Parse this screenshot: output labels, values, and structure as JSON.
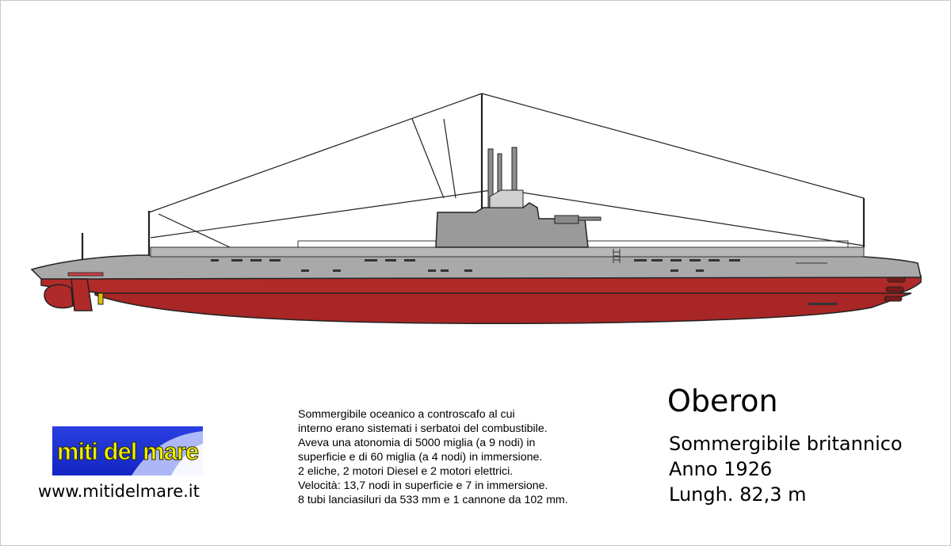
{
  "logo": {
    "text": "miti del mare"
  },
  "website": "www.mitidelmare.it",
  "description_lines": [
    "Sommergibile oceanico a controscafo al cui",
    "interno erano sistemati i serbatoi del combustibile.",
    "Aveva una atonomia di 5000 miglia (a 9 nodi) in",
    "superficie e di 60 miglia (a 4 nodi) in immersione.",
    "2 eliche, 2 motori Diesel e 2 motori elettrici.",
    "Velocità: 13,7 nodi in superficie e 7 in immersione.",
    "8 tubi lanciasiluri da 533 mm e 1 cannone da 102 mm."
  ],
  "title": "Oberon",
  "info_lines": [
    "Sommergibile britannico",
    "Anno 1926",
    "Lungh. 82,3 m"
  ],
  "colors": {
    "hull_red": "#b02a2a",
    "deck_gray": "#a9a9a9",
    "tower_gray": "#9a9a9a",
    "logo_blue": "#1a30d0",
    "logo_yellow": "#f0f000"
  }
}
